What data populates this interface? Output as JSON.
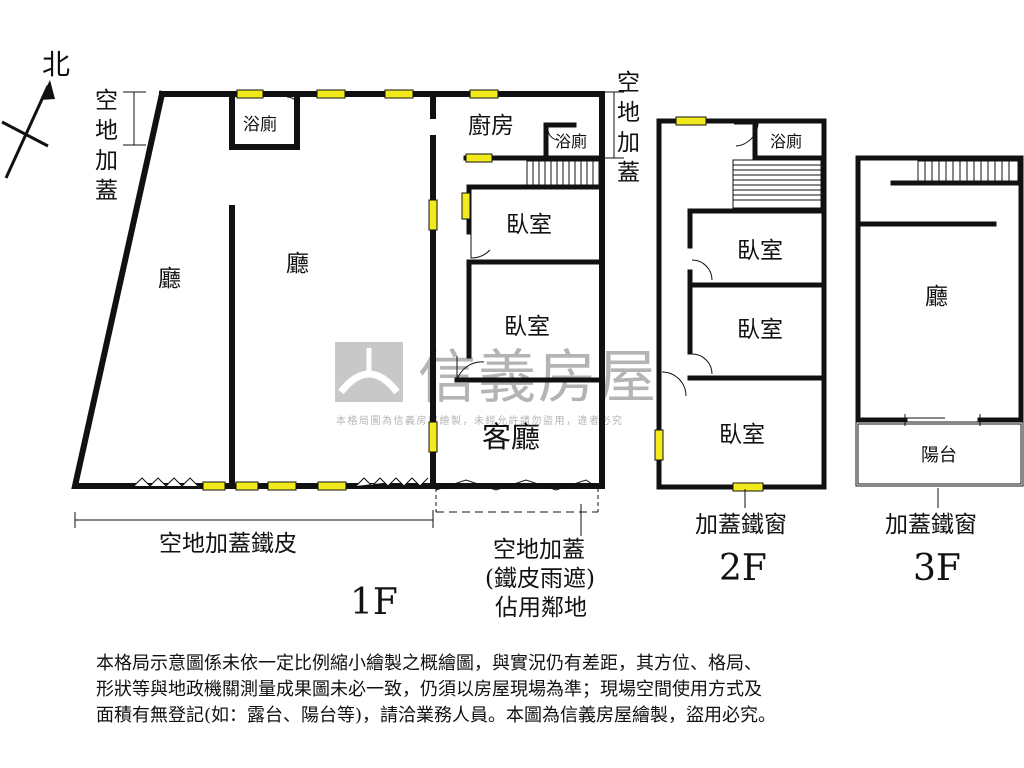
{
  "compass": {
    "north_label": "北"
  },
  "floor_1": {
    "floor_label": "1F",
    "rooms": {
      "hall_left": "廳",
      "hall_center": "廳",
      "bath_left": "浴廁",
      "kitchen": "廚房",
      "bath_right": "浴廁",
      "bedroom_upper": "臥室",
      "bedroom_lower": "臥室",
      "living_room": "客廳"
    },
    "annotations": {
      "side_addition_left": "空地加蓋",
      "side_addition_right": "空地加蓋",
      "front_addition": "空地加蓋鐵皮",
      "front_right_line1": "空地加蓋",
      "front_right_line2": "(鐵皮雨遮)",
      "front_right_line3": "佔用鄰地"
    }
  },
  "floor_2": {
    "floor_label": "2F",
    "rooms": {
      "bath": "浴廁",
      "bedroom_1": "臥室",
      "bedroom_2": "臥室",
      "bedroom_3": "臥室"
    },
    "annotation": "加蓋鐵窗"
  },
  "floor_3": {
    "floor_label": "3F",
    "rooms": {
      "hall": "廳",
      "balcony": "陽台"
    },
    "annotation": "加蓋鐵窗"
  },
  "watermark": {
    "brand": "信義房屋",
    "subtext": "本格局圖為信義房屋繪製，未經允許請勿盜用，違者必究"
  },
  "disclaimer": {
    "line1": "本格局示意圖係未依一定比例縮小繪製之概繪圖，與實況仍有差距，其方位、格局、",
    "line2": "形狀等與地政機關測量成果圖未必一致，仍須以房屋現場為準；現場空間使用方式及",
    "line3": "面積有無登記(如：露台、陽台等)，請洽業務人員。本圖為信義房屋繪製，盜用必究。"
  },
  "colors": {
    "wall": "#111111",
    "window": "#f2ea1c",
    "watermark": "#b4b4b4"
  }
}
